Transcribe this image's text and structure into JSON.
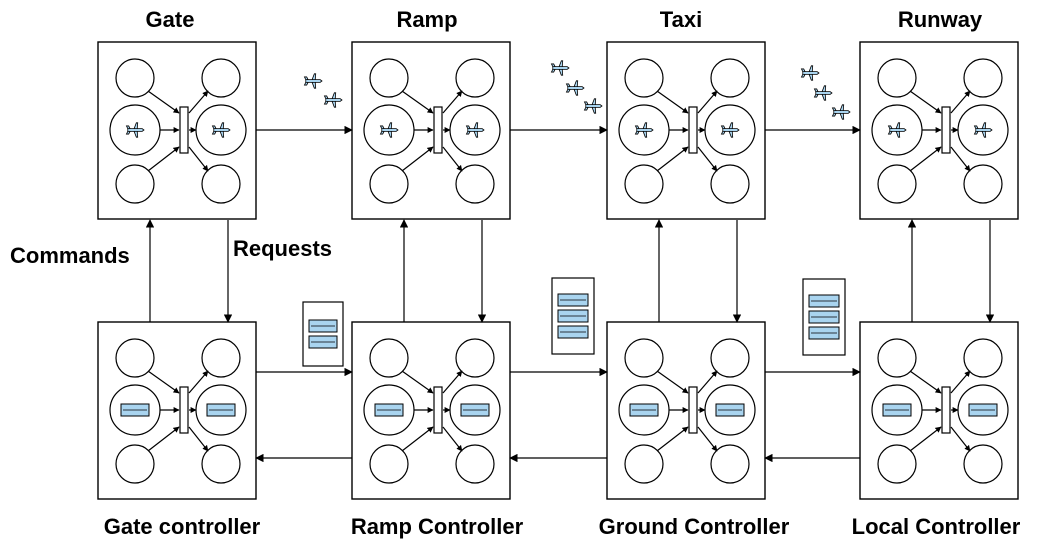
{
  "stage_labels": [
    "Gate",
    "Ramp",
    "Taxi",
    "Runway"
  ],
  "controller_labels": [
    "Gate controller",
    "Ramp Controller",
    "Ground Controller",
    "Local Controller"
  ],
  "side_labels": {
    "commands": "Commands",
    "requests": "Requests"
  },
  "traffic": {
    "aircraft_groups": [
      2,
      3,
      3
    ],
    "message_groups": [
      2,
      3,
      3
    ]
  },
  "colors": {
    "fill_blue": "#a9d4ef",
    "stroke": "#000000",
    "background": "#ffffff"
  }
}
